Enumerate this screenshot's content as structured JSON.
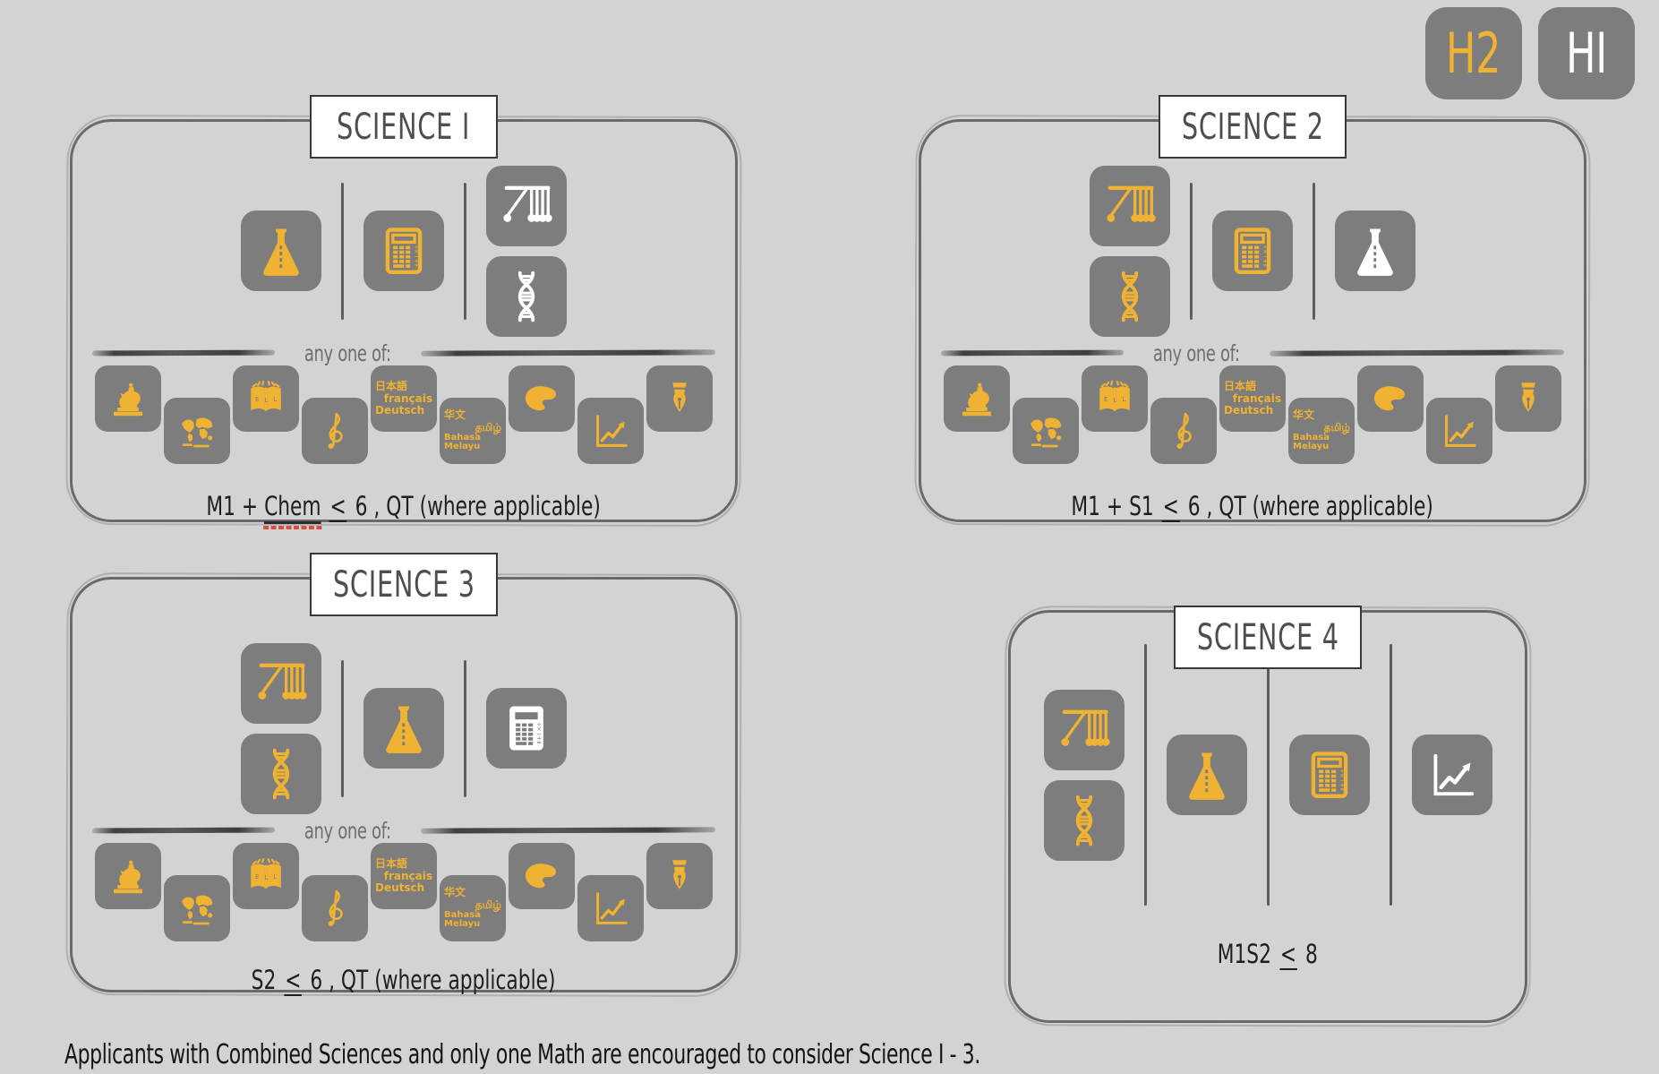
{
  "colors": {
    "h2_yellow": "#EFB233",
    "h1_white": "#FFFFFF",
    "tile_gray": "#7D7D7D",
    "background": "#D2D4D3",
    "box_border": "#6A6A6A",
    "label_text": "#4E4E4E",
    "caption_text": "#1E1E1E",
    "any_one_of_text": "#6E6E6E",
    "misspell_red": "#DE4D43"
  },
  "badges": [
    {
      "label": "H2",
      "color_key": "h2_yellow"
    },
    {
      "label": "HI",
      "color_key": "h1_white"
    }
  ],
  "any_one_of_label": "any one of:",
  "electives": [
    {
      "icon": "statue"
    },
    {
      "icon": "world-map"
    },
    {
      "icon": "book",
      "letters": [
        "E",
        "L",
        "L"
      ]
    },
    {
      "icon": "treble-clef"
    },
    {
      "icon": "languages-a",
      "lines": [
        "日本語",
        "français",
        "Deutsch"
      ]
    },
    {
      "icon": "languages-b",
      "lines": [
        "华文",
        "தமிழ்",
        "Bahasa Melayu"
      ]
    },
    {
      "icon": "palette"
    },
    {
      "icon": "line-chart"
    },
    {
      "icon": "pen-nib"
    }
  ],
  "boxes": [
    {
      "name": "science-1",
      "label": "SCIENCE I",
      "columns": [
        [
          {
            "icon": "flask",
            "variant": "h2_yellow"
          }
        ],
        [
          {
            "icon": "calculator",
            "variant": "h2_yellow"
          }
        ],
        [
          {
            "icon": "newtons-cradle",
            "variant": "h1_white"
          },
          {
            "icon": "dna",
            "variant": "h1_white"
          }
        ]
      ],
      "has_electives": true,
      "caption": [
        {
          "text": "M1 + "
        },
        {
          "text": "Chem",
          "misspelled": true
        },
        {
          "text": " ≤ 6 ,  QT (where applicable)"
        }
      ]
    },
    {
      "name": "science-2",
      "label": "SCIENCE 2",
      "columns": [
        [
          {
            "icon": "newtons-cradle",
            "variant": "h2_yellow"
          },
          {
            "icon": "dna",
            "variant": "h2_yellow"
          }
        ],
        [
          {
            "icon": "calculator",
            "variant": "h2_yellow"
          }
        ],
        [
          {
            "icon": "flask",
            "variant": "h1_white"
          }
        ]
      ],
      "has_electives": true,
      "caption": [
        {
          "text": "M1 + S1 ≤ 6 ,  QT (where applicable)"
        }
      ]
    },
    {
      "name": "science-3",
      "label": "SCIENCE 3",
      "columns": [
        [
          {
            "icon": "newtons-cradle",
            "variant": "h2_yellow"
          },
          {
            "icon": "dna",
            "variant": "h2_yellow"
          }
        ],
        [
          {
            "icon": "flask",
            "variant": "h2_yellow"
          }
        ],
        [
          {
            "icon": "calculator",
            "variant": "h1_white"
          }
        ]
      ],
      "has_electives": true,
      "caption": [
        {
          "text": "S2 ≤ 6  ,  QT (where applicable)"
        }
      ]
    },
    {
      "name": "science-4",
      "label": "SCIENCE 4",
      "columns": [
        [
          {
            "icon": "newtons-cradle",
            "variant": "h2_yellow"
          },
          {
            "icon": "dna",
            "variant": "h2_yellow"
          }
        ],
        [
          {
            "icon": "flask",
            "variant": "h2_yellow"
          }
        ],
        [
          {
            "icon": "calculator",
            "variant": "h2_yellow"
          }
        ],
        [
          {
            "icon": "line-chart",
            "variant": "h1_white"
          }
        ]
      ],
      "has_electives": false,
      "caption": [
        {
          "text": "M1S2 ≤ 8"
        }
      ]
    }
  ],
  "footnote": "Applicants with  Combined Sciences and only one Math are encouraged to consider Science I - 3."
}
